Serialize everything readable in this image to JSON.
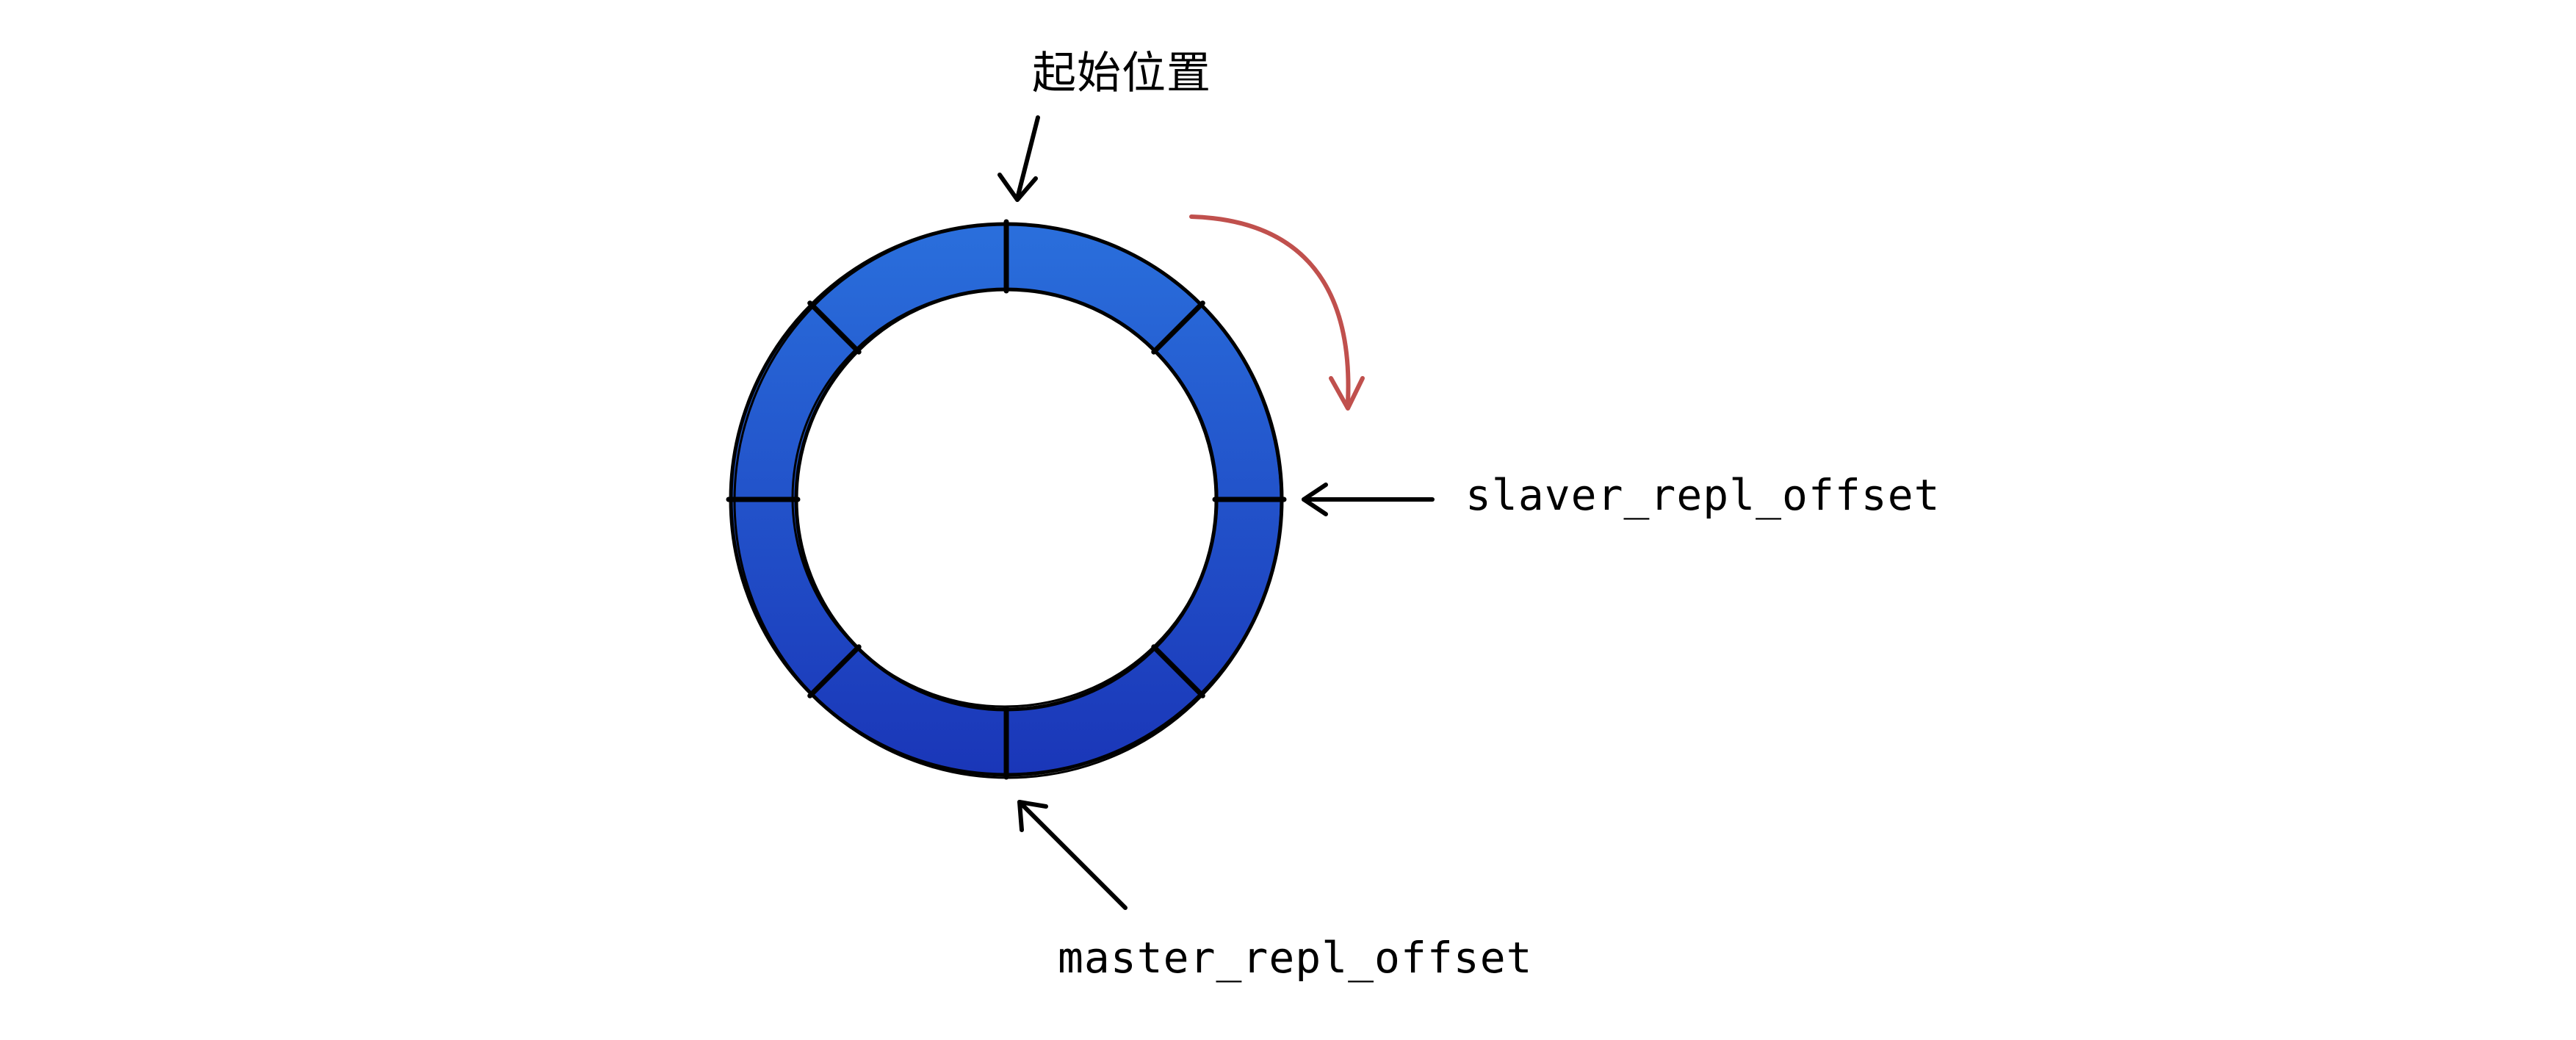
{
  "diagram": {
    "title": "replication backlog ring buffer",
    "ring": {
      "segments": 8,
      "fill_top": "#2a6fdc",
      "fill_bottom": "#1a36b8",
      "stroke": "#000000"
    },
    "labels": {
      "start_position": "起始位置",
      "slave_offset": "slaver_repl_offset",
      "master_offset": "master_repl_offset"
    },
    "arrows": {
      "pointer_color": "#000000",
      "direction_color": "#c0504d"
    }
  }
}
